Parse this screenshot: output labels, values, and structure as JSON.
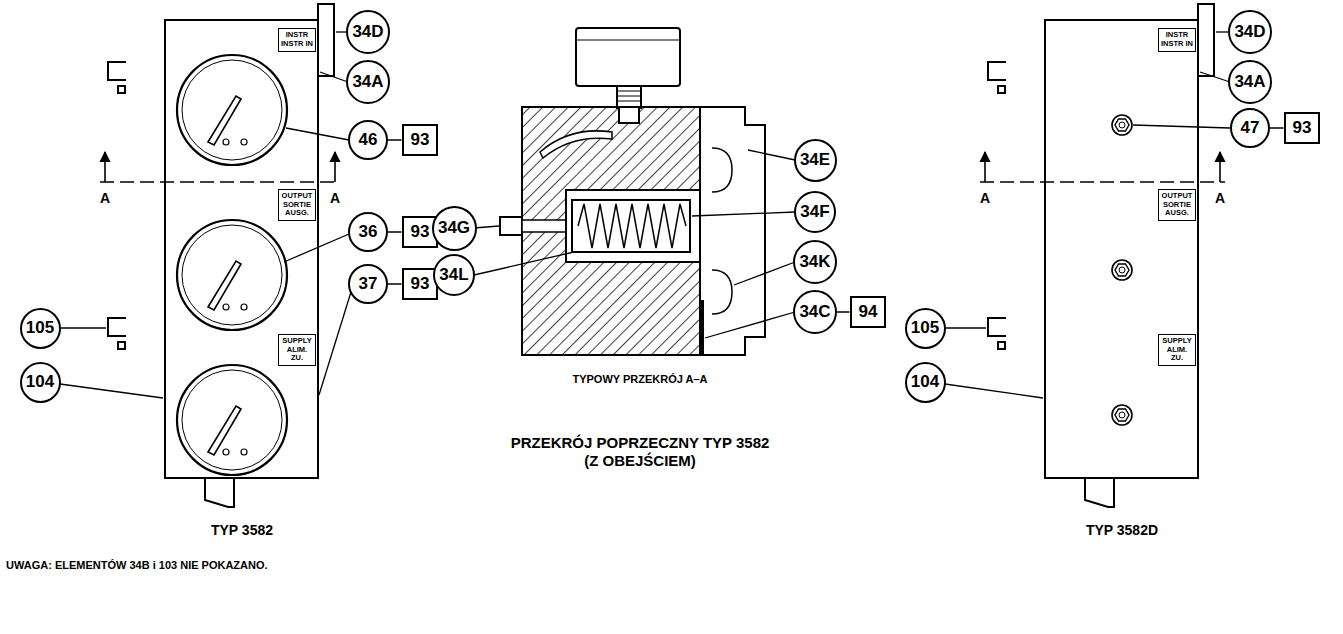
{
  "diagram": {
    "nodes": [
      {
        "text": [
          "INSTR INSTR IN"
        ]
      },
      {
        "text": [
          "34D"
        ]
      },
      {
        "text": [
          "34A"
        ]
      },
      {
        "text": [
          "46"
        ]
      },
      {
        "text": [
          "93"
        ]
      },
      {
        "text": [
          "OUTPUT SORTIE AUSG."
        ]
      },
      {
        "text": [
          "36"
        ]
      },
      {
        "text": [
          "93"
        ]
      },
      {
        "text": [
          "37"
        ]
      },
      {
        "text": [
          "93"
        ]
      },
      {
        "text": [
          "SUPPLY ALIM. ZU."
        ]
      },
      {
        "text": [
          "105"
        ]
      },
      {
        "text": [
          "104"
        ]
      },
      {
        "text": [
          "34E"
        ]
      },
      {
        "text": [
          "34F"
        ]
      },
      {
        "text": [
          "34G"
        ]
      },
      {
        "text": [
          "34L"
        ]
      },
      {
        "text": [
          "34K"
        ]
      },
      {
        "text": [
          "34C"
        ]
      },
      {
        "text": [
          "94"
        ]
      },
      {
        "text": [
          "INSTR INSTR IN"
        ]
      },
      {
        "text": [
          "34D"
        ]
      },
      {
        "text": [
          "34A"
        ]
      },
      {
        "text": [
          "47"
        ]
      },
      {
        "text": [
          "93"
        ]
      },
      {
        "text": [
          "OUTPUT SORTIE AUSG."
        ]
      },
      {
        "text": [
          "SUPPLY ALIM. ZU."
        ]
      },
      {
        "text": [
          "105"
        ]
      },
      {
        "text": [
          "104"
        ]
      }
    ],
    "edges": [
      {
        "from": 3,
        "to": 4,
        "arrow": "none"
      },
      {
        "from": 6,
        "to": 7,
        "arrow": "none"
      },
      {
        "from": 8,
        "to": 9,
        "arrow": "none"
      },
      {
        "from": 18,
        "to": 19,
        "arrow": "none"
      },
      {
        "from": 23,
        "to": 24,
        "arrow": "none"
      }
    ],
    "labels": [
      "A",
      "A",
      "TYP 3582",
      "UWAGA: ELEMENTÓW 34B i 103 NIE POKAZANO.",
      "TYPOWY PRZEKRÓJ A–A",
      "PRZEKRÓJ POPRZECZNY TYP 3582 (Z OBEJŚCIEM)",
      "A",
      "A",
      "TYP 3582D"
    ]
  }
}
